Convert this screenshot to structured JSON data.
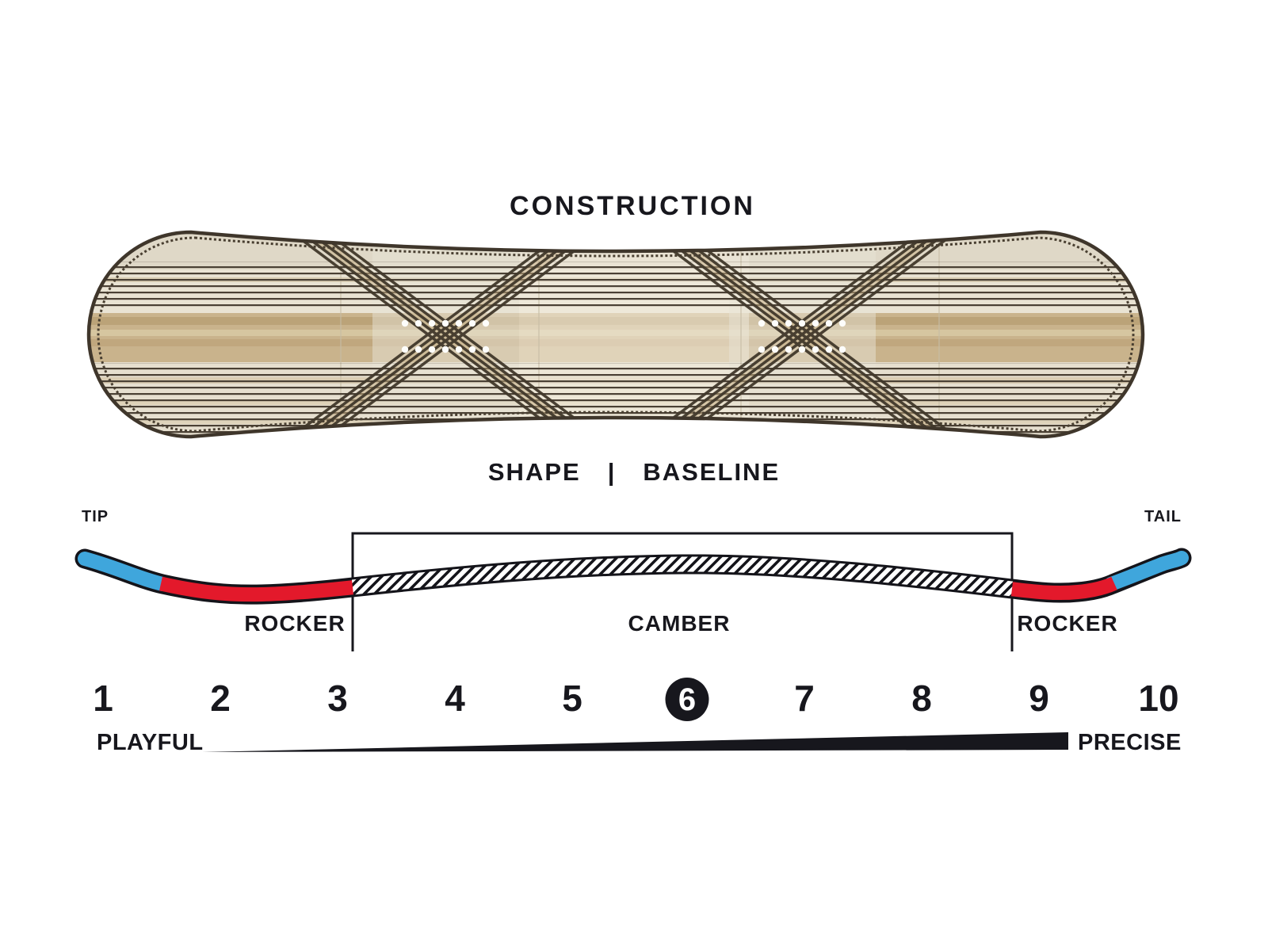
{
  "construction": {
    "title": "CONSTRUCTION"
  },
  "shape_baseline": {
    "shape": "SHAPE",
    "separator": "|",
    "baseline": "BASELINE"
  },
  "profile": {
    "tip_label": "TIP",
    "tail_label": "TAIL",
    "zone_left": "ROCKER",
    "zone_center": "CAMBER",
    "zone_right": "ROCKER",
    "colors": {
      "tip_tail_blue": "#3FA6DC",
      "rocker_red": "#E3192B",
      "outline_black": "#17171d"
    }
  },
  "scale": {
    "numbers": [
      "1",
      "2",
      "3",
      "4",
      "5",
      "6",
      "7",
      "8",
      "9",
      "10"
    ],
    "selected": "6",
    "left_label": "PLAYFUL",
    "right_label": "PRECISE",
    "bar_color": "#17171d"
  },
  "board": {
    "description": "snowboard top view, wood veneer with dark carbon X stringers and insert dots",
    "colors": {
      "wood_light": "#E9E2D2",
      "wood_tan": "#C9B38C",
      "stringer_dark": "#41382B",
      "stitch": "#463C30"
    }
  }
}
